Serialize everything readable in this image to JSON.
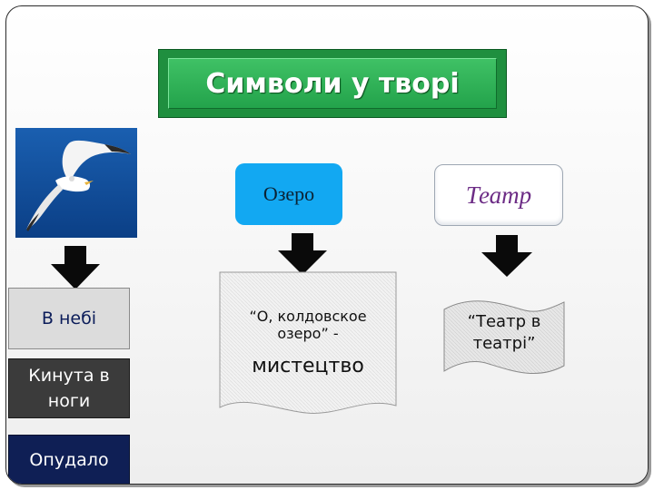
{
  "title": "Символи у творі",
  "boxes": {
    "lake": "Озеро",
    "theatre": "Театр"
  },
  "left_column": {
    "sky": "В небі",
    "thrown": "Кинута в ноги",
    "scarecrow": "Опудало"
  },
  "documents": {
    "lake_quote_line1": "“О, колдовское",
    "lake_quote_line2": "озеро” -",
    "lake_meaning": "мистецтво",
    "theatre_line1": "“Театр в",
    "theatre_line2": "театрі”"
  },
  "images": {
    "bird_photo": "seagull-photo"
  },
  "colors": {
    "title_green": "#23a34b",
    "lake_blue": "#12a8f2",
    "theatre_text": "#6d2d86",
    "scarecrow_navy": "#0f1f55"
  }
}
